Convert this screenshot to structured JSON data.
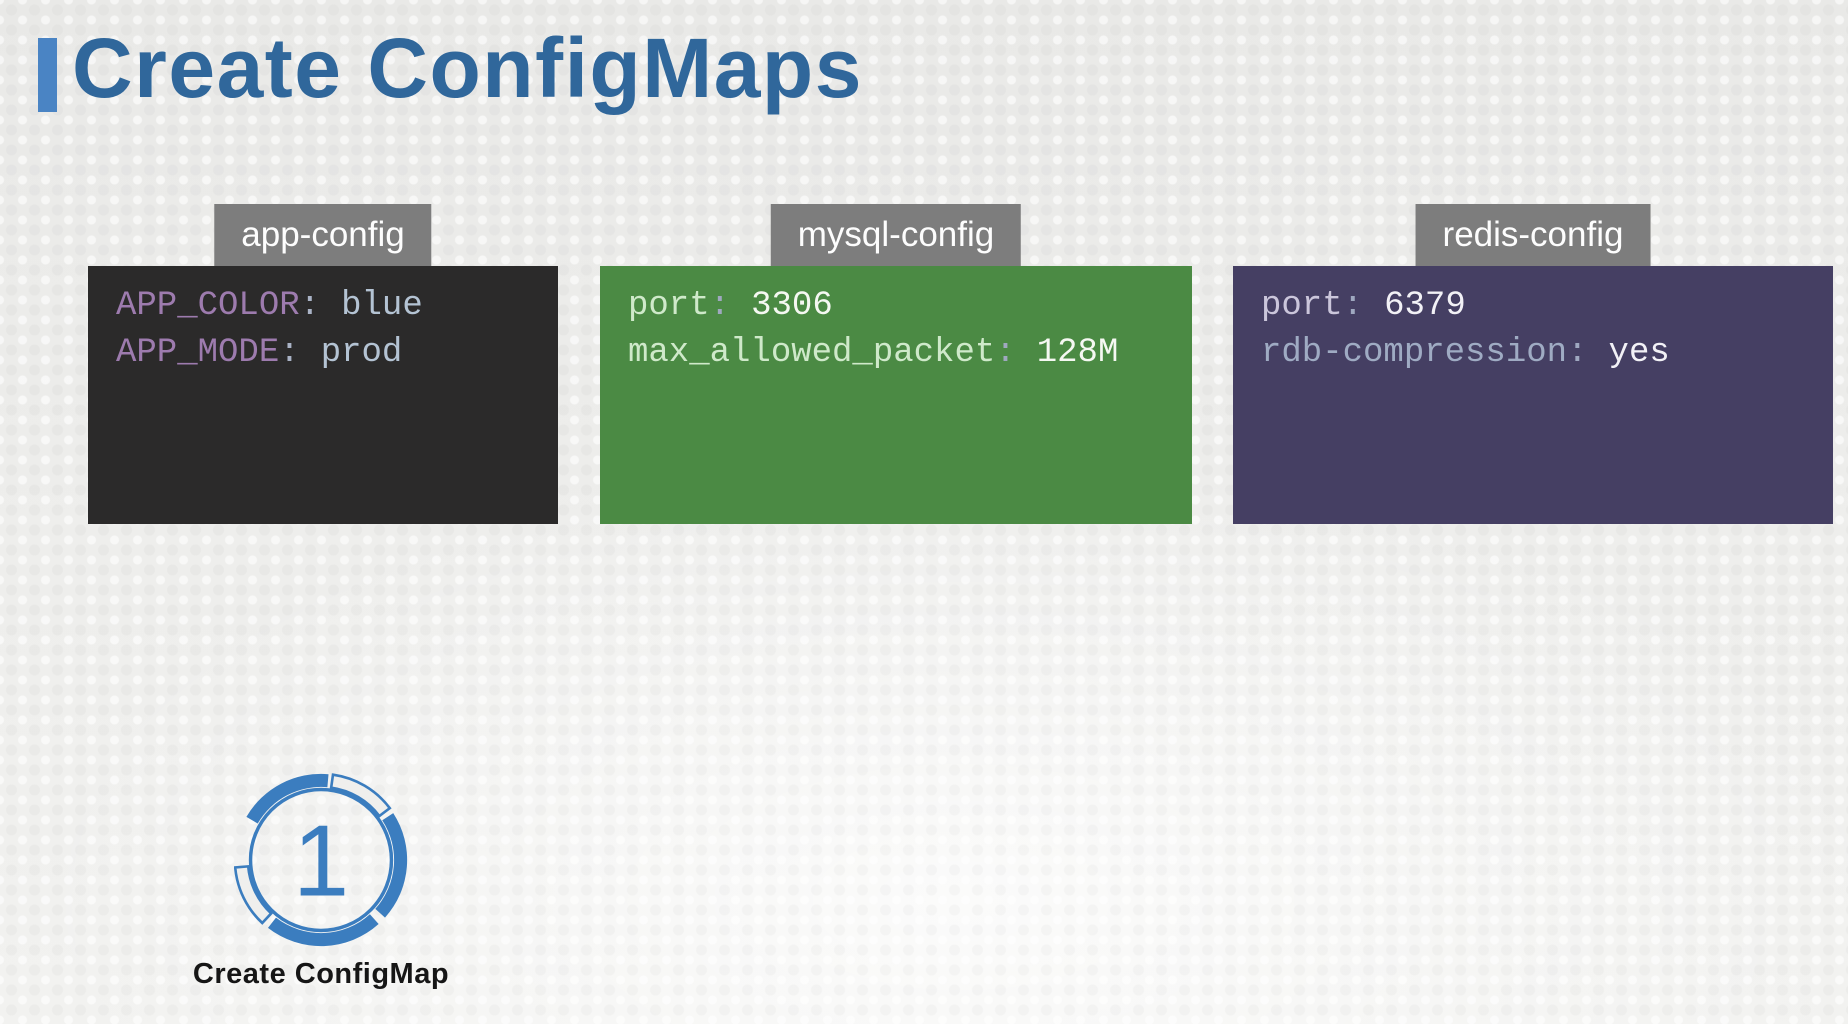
{
  "slide": {
    "title": "Create ConfigMaps",
    "step": {
      "number": "1",
      "label": "Create ConfigMap"
    }
  },
  "colors": {
    "title_text": "#30679b",
    "accent_bar": "#4a84c4",
    "tab_bg": "#7d7d7d",
    "tab_text": "#fdfdfd",
    "step_circle": "#3b7dbf",
    "step_icon_gap_fill": "#efefed",
    "step_label": "#161616",
    "background": "#ebebe9"
  },
  "configmaps": [
    {
      "name": "app-config",
      "bg": "#2b2a2a",
      "colon": ":",
      "colon_color": "#aab3c6",
      "value_color": "#b4c3d3",
      "entries": [
        {
          "key": "APP_COLOR",
          "key_color": "#9d7bae",
          "value": "blue"
        },
        {
          "key": "APP_MODE",
          "key_color": "#9d7bae",
          "value": "prod"
        }
      ]
    },
    {
      "name": "mysql-config",
      "bg": "#4b8a44",
      "colon": ":",
      "colon_color": "#9fa8c0",
      "value_color": "#f5f8f2",
      "entries": [
        {
          "key": "port",
          "key_color": "#cfe9ca",
          "value": "3306"
        },
        {
          "key": "max_allowed_packet",
          "key_color": "#cfe9ca",
          "value": "128M"
        }
      ]
    },
    {
      "name": "redis-config",
      "bg": "#453f63",
      "colon": ":",
      "colon_color": "#9fa8c0",
      "value_color": "#f2f1f6",
      "entries": [
        {
          "key": "port",
          "key_color": "#cbc6db",
          "value": "6379"
        },
        {
          "key": "rdb-compression",
          "key_color": "#9fabc3",
          "value": "yes"
        }
      ]
    }
  ]
}
